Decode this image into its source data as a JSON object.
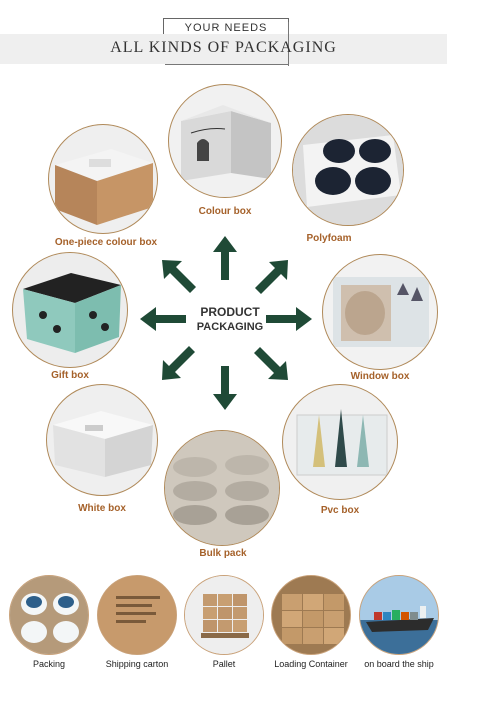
{
  "header": {
    "top": "YOUR NEEDS",
    "title": "ALL KINDS OF PACKAGING"
  },
  "center": {
    "line1": "PRODUCT",
    "line2": "PACKAGING"
  },
  "packages": [
    {
      "label": "Colour box"
    },
    {
      "label": "Polyfoam"
    },
    {
      "label": "One-piece colour box"
    },
    {
      "label": "Gift box"
    },
    {
      "label": "Window box"
    },
    {
      "label": "White box"
    },
    {
      "label": "Pvc box"
    },
    {
      "label": "Bulk pack"
    }
  ],
  "logistics": [
    {
      "label": "Packing"
    },
    {
      "label": "Shipping carton"
    },
    {
      "label": "Pallet"
    },
    {
      "label": "Loading Container"
    },
    {
      "label": "on board the ship"
    }
  ],
  "colors": {
    "label": "#a5612a",
    "arrow": "#1f4a36",
    "banner": "#efefef"
  }
}
